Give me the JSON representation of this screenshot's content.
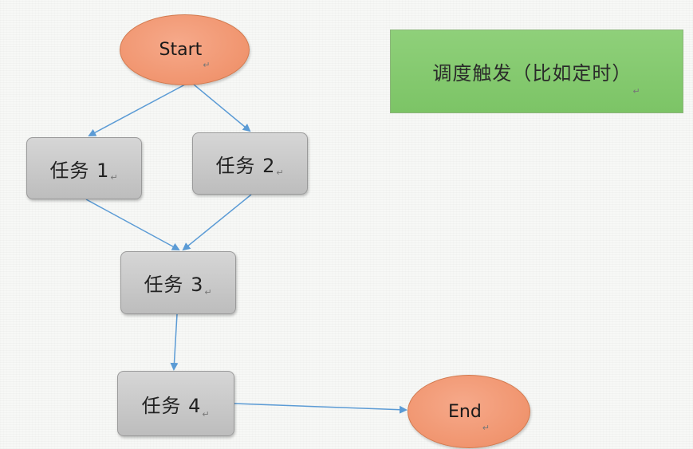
{
  "nodes": {
    "start": {
      "label": "Start",
      "mark": "↵"
    },
    "task1": {
      "label": "任务 1",
      "mark": "↵"
    },
    "task2": {
      "label": "任务 2",
      "mark": "↵"
    },
    "task3": {
      "label": "任务 3",
      "mark": "↵"
    },
    "task4": {
      "label": "任务 4",
      "mark": "↵"
    },
    "end": {
      "label": "End",
      "mark": "↵"
    },
    "trigger": {
      "label": "调度触发（比如定时）",
      "mark": "↵"
    }
  },
  "colors": {
    "start_end_fill": "#ee8c63",
    "task_fill": "#c8c8c8",
    "trigger_fill": "#84c86e",
    "arrow": "#5b9bd5"
  },
  "edges": [
    {
      "from": "start",
      "to": "task1"
    },
    {
      "from": "start",
      "to": "task2"
    },
    {
      "from": "task1",
      "to": "task3"
    },
    {
      "from": "task2",
      "to": "task3"
    },
    {
      "from": "task3",
      "to": "task4"
    },
    {
      "from": "task4",
      "to": "end"
    }
  ]
}
